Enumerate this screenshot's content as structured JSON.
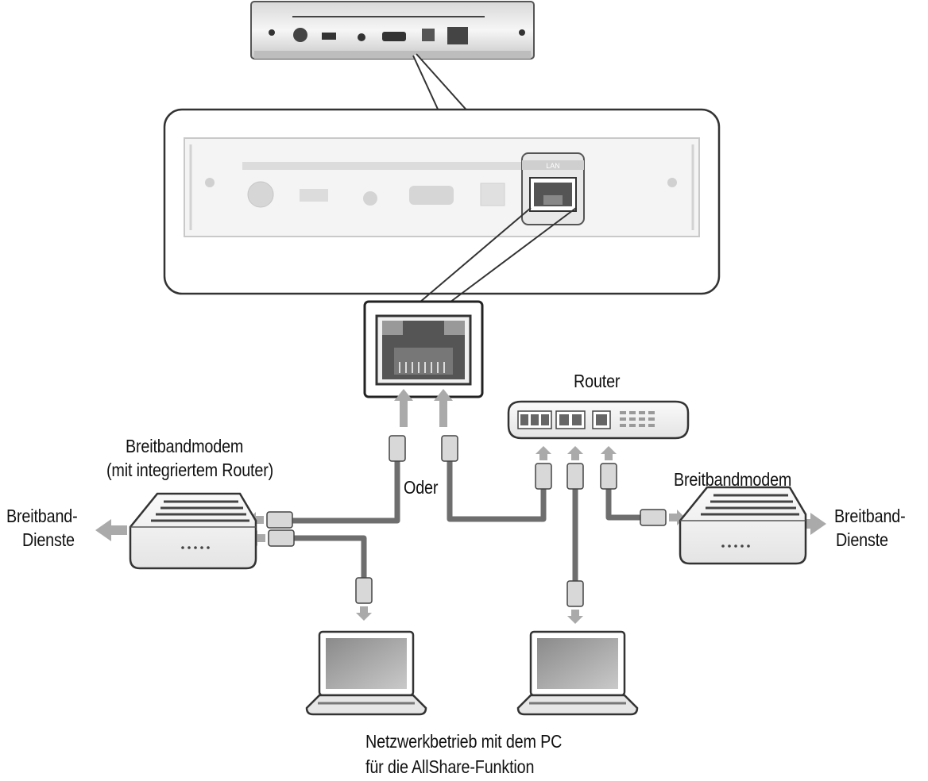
{
  "device_panel": {
    "port_label_lan": "LAN"
  },
  "labels": {
    "router": "Router",
    "modem_left_line1": "Breitbandmodem",
    "modem_left_line2": "(mit integriertem Router)",
    "modem_right": "Breitbandmodem",
    "broadband_left_line1": "Breitband-",
    "broadband_left_line2": "Dienste",
    "broadband_right_line1": "Breitband-",
    "broadband_right_line2": "Dienste",
    "or": "Oder",
    "pc_line1": "Netzwerkbetrieb mit dem PC",
    "pc_line2": "für die AllShare-Funktion"
  },
  "colors": {
    "cable": "#6e6e6e",
    "arrow": "#a9a9a9",
    "device_fill": "#f2f2f2",
    "outline": "#222222"
  }
}
